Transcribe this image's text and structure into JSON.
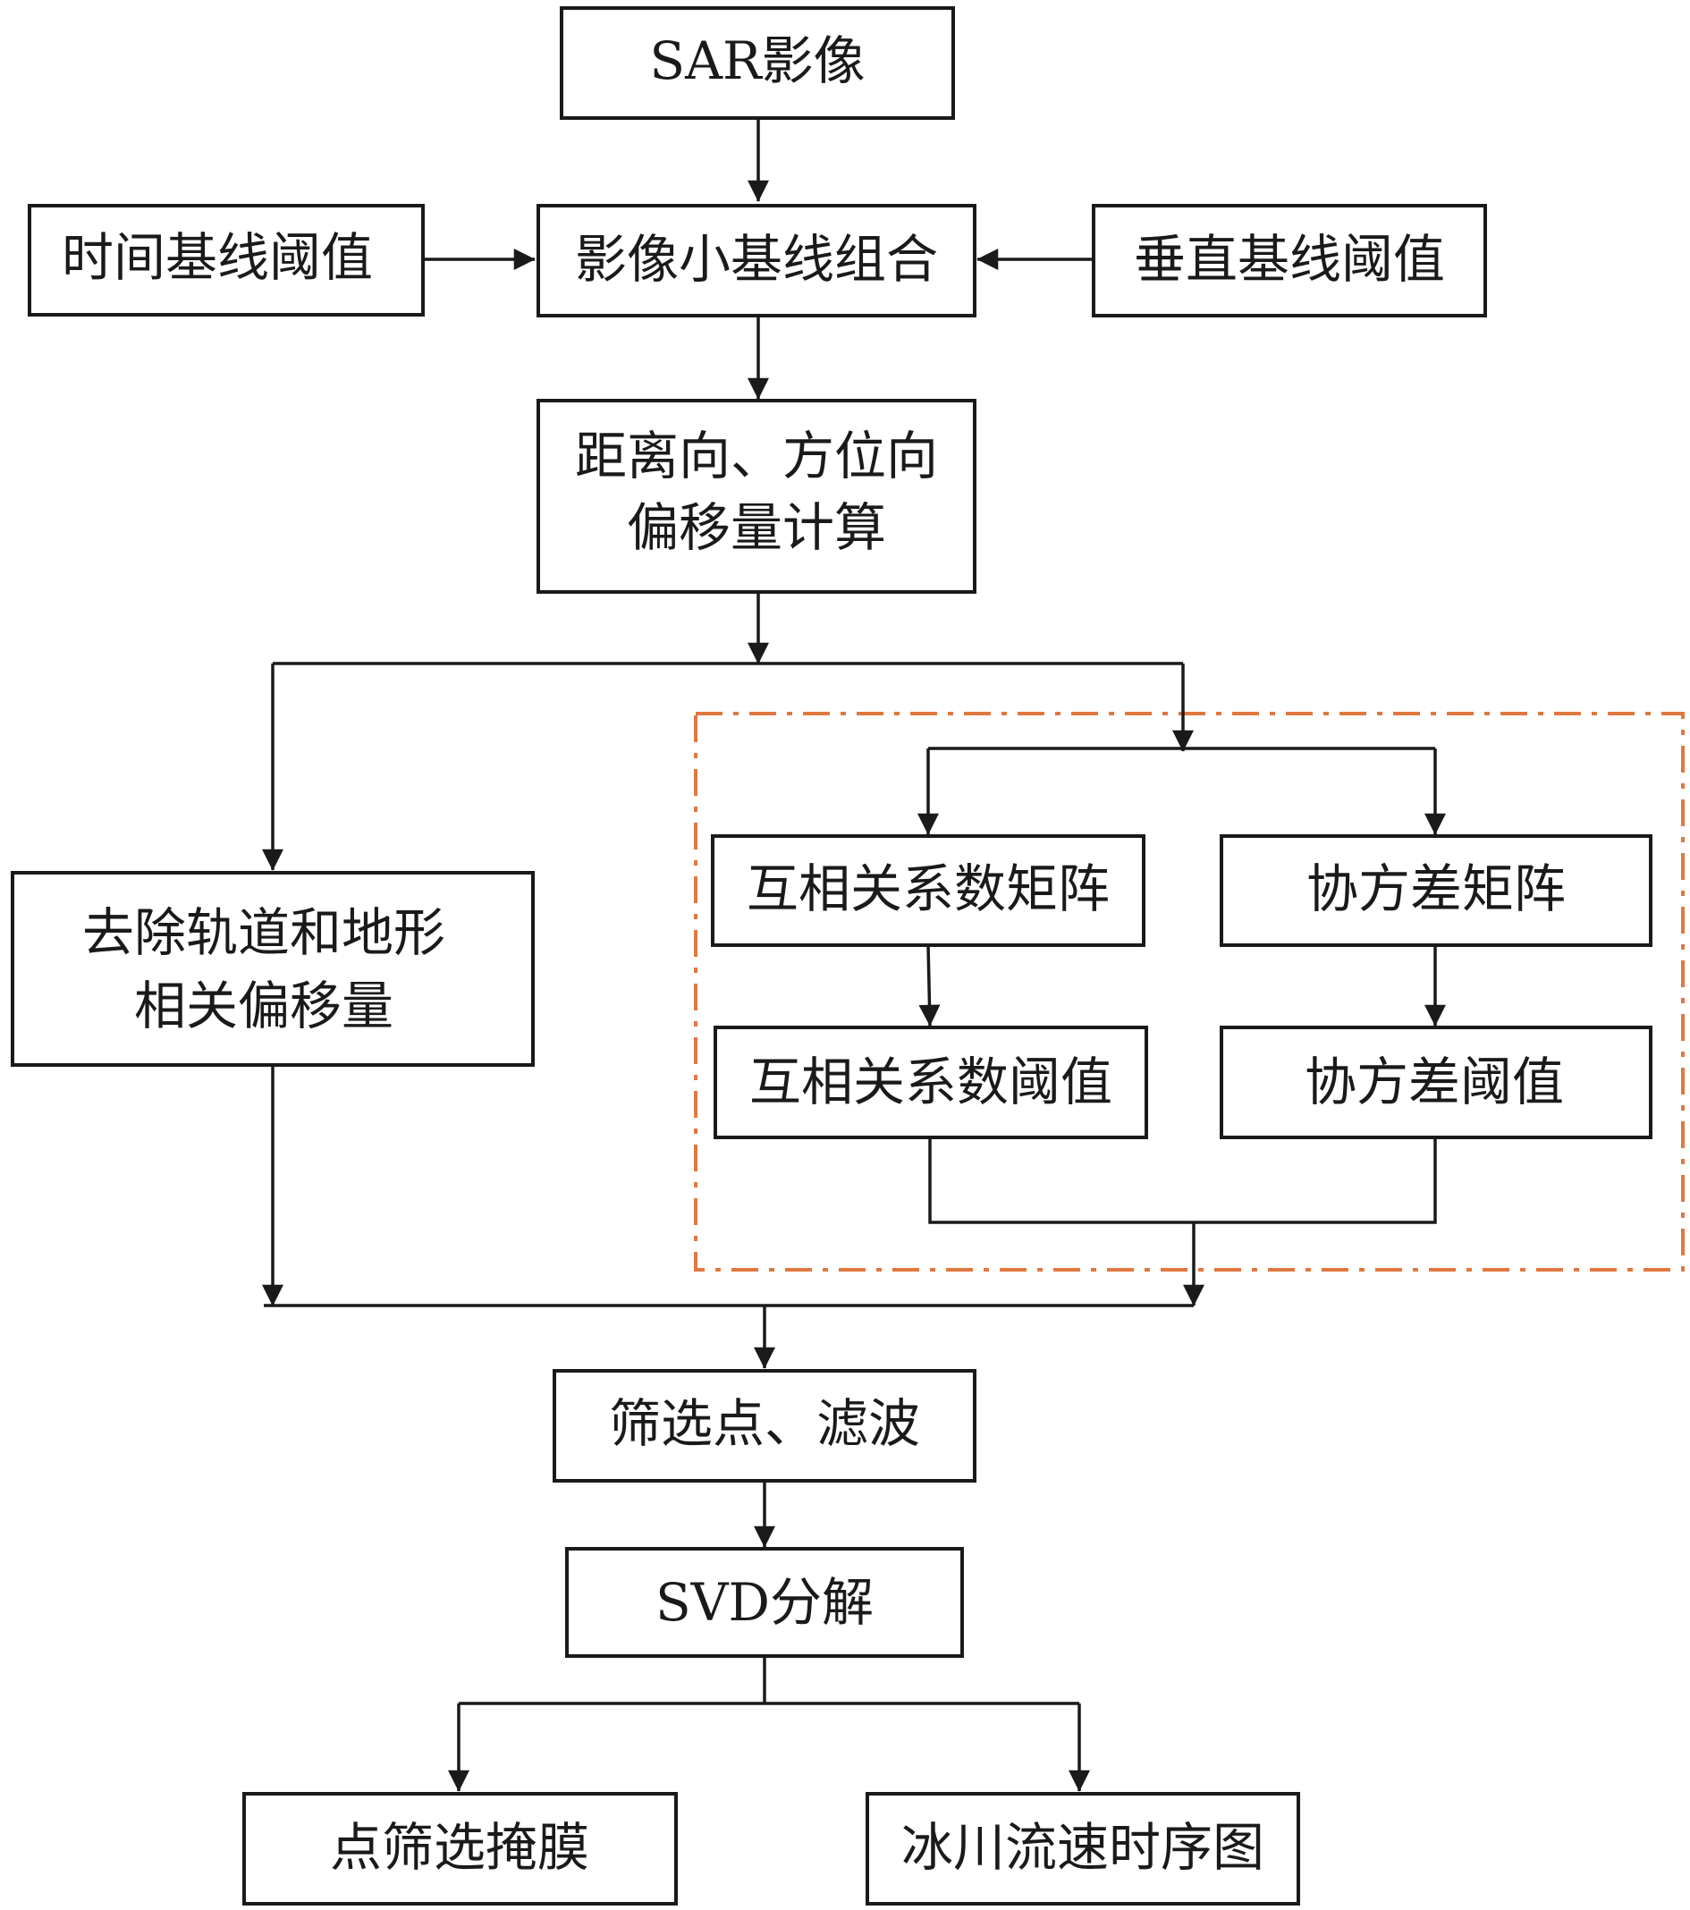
{
  "nodes": {
    "sar_image": "SAR影像",
    "temporal_threshold": "时间基线阈值",
    "sbas_combination": "影像小基线组合",
    "perpendicular_threshold": "垂直基线阈值",
    "offset_calc_line1": "距离向、方位向",
    "offset_calc_line2": "偏移量计算",
    "remove_offset_line1": "去除轨道和地形",
    "remove_offset_line2": "相关偏移量",
    "cross_corr_matrix": "互相关系数矩阵",
    "covariance_matrix": "协方差矩阵",
    "cross_corr_threshold": "互相关系数阈值",
    "covariance_threshold": "协方差阈值",
    "filter_points": "筛选点、滤波",
    "svd": "SVD分解",
    "point_mask": "点筛选掩膜",
    "glacier_velocity": "冰川流速时序图"
  },
  "colors": {
    "line": "#1a1a1a",
    "dashed_group": "#e07840"
  }
}
